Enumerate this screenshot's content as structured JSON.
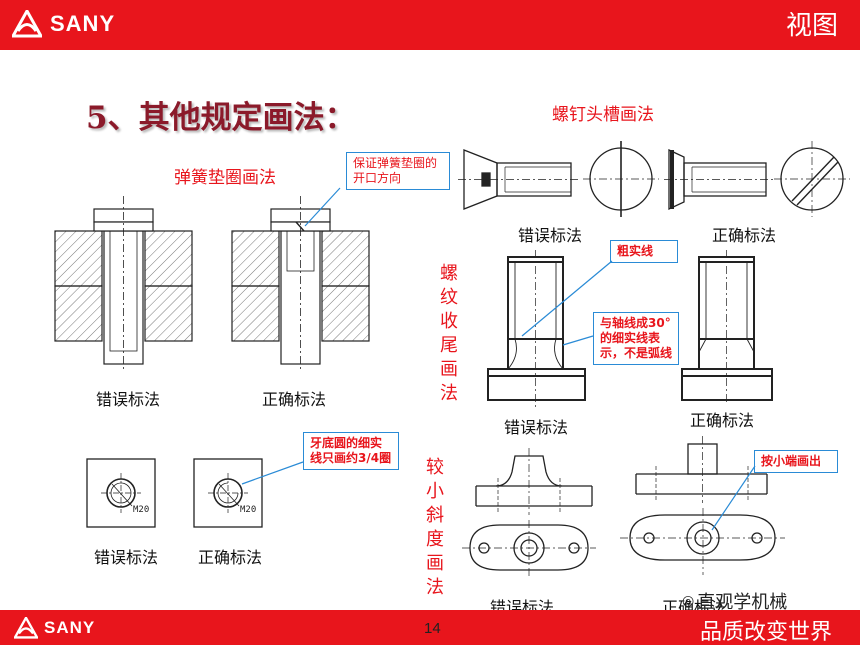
{
  "header": {
    "brand": "SANY",
    "section_title": "视图"
  },
  "heading": "5、其他规定画法：",
  "spring_washer": {
    "title": "弹簧垫圈画法",
    "callout": "保证弹簧垫圈的开口方向",
    "wrong": "错误标法",
    "right": "正确标法"
  },
  "thread_root": {
    "callout": "牙底圆的细实线只画约3/4圈",
    "label_m": "M20",
    "wrong": "错误标法",
    "right": "正确标法"
  },
  "screw_slot": {
    "title": "螺钉头槽画法",
    "wrong": "错误标法",
    "right": "正确标法"
  },
  "thread_tail": {
    "title": "螺纹收尾画法",
    "callout_thick": "粗实线",
    "callout_angle": "与轴线成30°的细实线表示，不是弧线",
    "wrong": "错误标法",
    "right": "正确标法"
  },
  "small_slope": {
    "title": "较小斜度画法",
    "callout": "按小端画出",
    "wrong": "错误标法",
    "right": "正确标法"
  },
  "footer": {
    "brand": "SANY",
    "page": "14",
    "slogan": "品质改变世界",
    "watermark": "直观学机械"
  },
  "colors": {
    "brand_red": "#e8151c",
    "heading": "#8b1a2a",
    "callout_border": "#2a8bd6"
  }
}
